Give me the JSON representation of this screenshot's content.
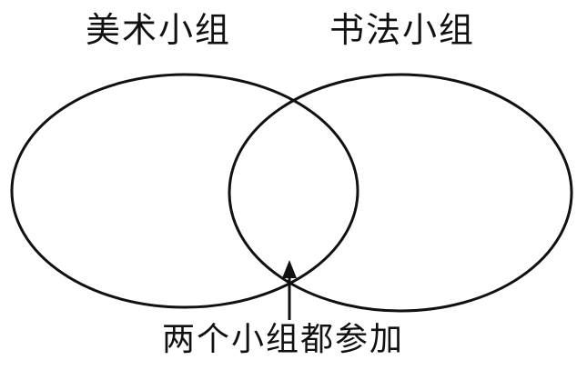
{
  "diagram": {
    "type": "venn",
    "left_set_label": "美术小组",
    "right_set_label": "书法小组",
    "intersection_label": "两个小组都参加"
  }
}
